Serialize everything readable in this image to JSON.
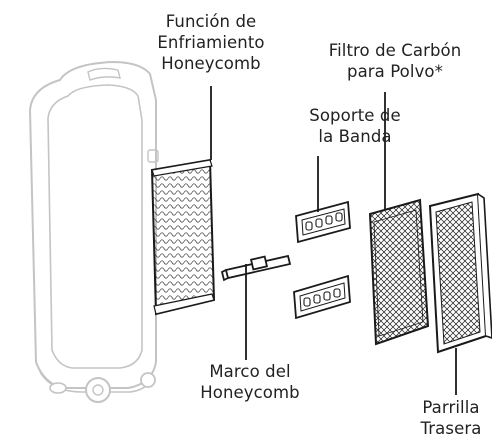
{
  "labels": {
    "honeycomb_cooling": [
      "Función de",
      "Enfriamiento",
      "Honeycomb"
    ],
    "carbon_filter": [
      "Filtro de Carbón",
      "para Polvo*"
    ],
    "band_support": [
      "Soporte de",
      "la Banda"
    ],
    "honeycomb_frame": [
      "Marco del",
      "Honeycomb"
    ],
    "rear_grille": [
      "Parrilla",
      "Trasera"
    ]
  },
  "colors": {
    "line": "#1a1a1a",
    "housing": "#c8c8c8",
    "housing_fill": "#ffffff"
  }
}
